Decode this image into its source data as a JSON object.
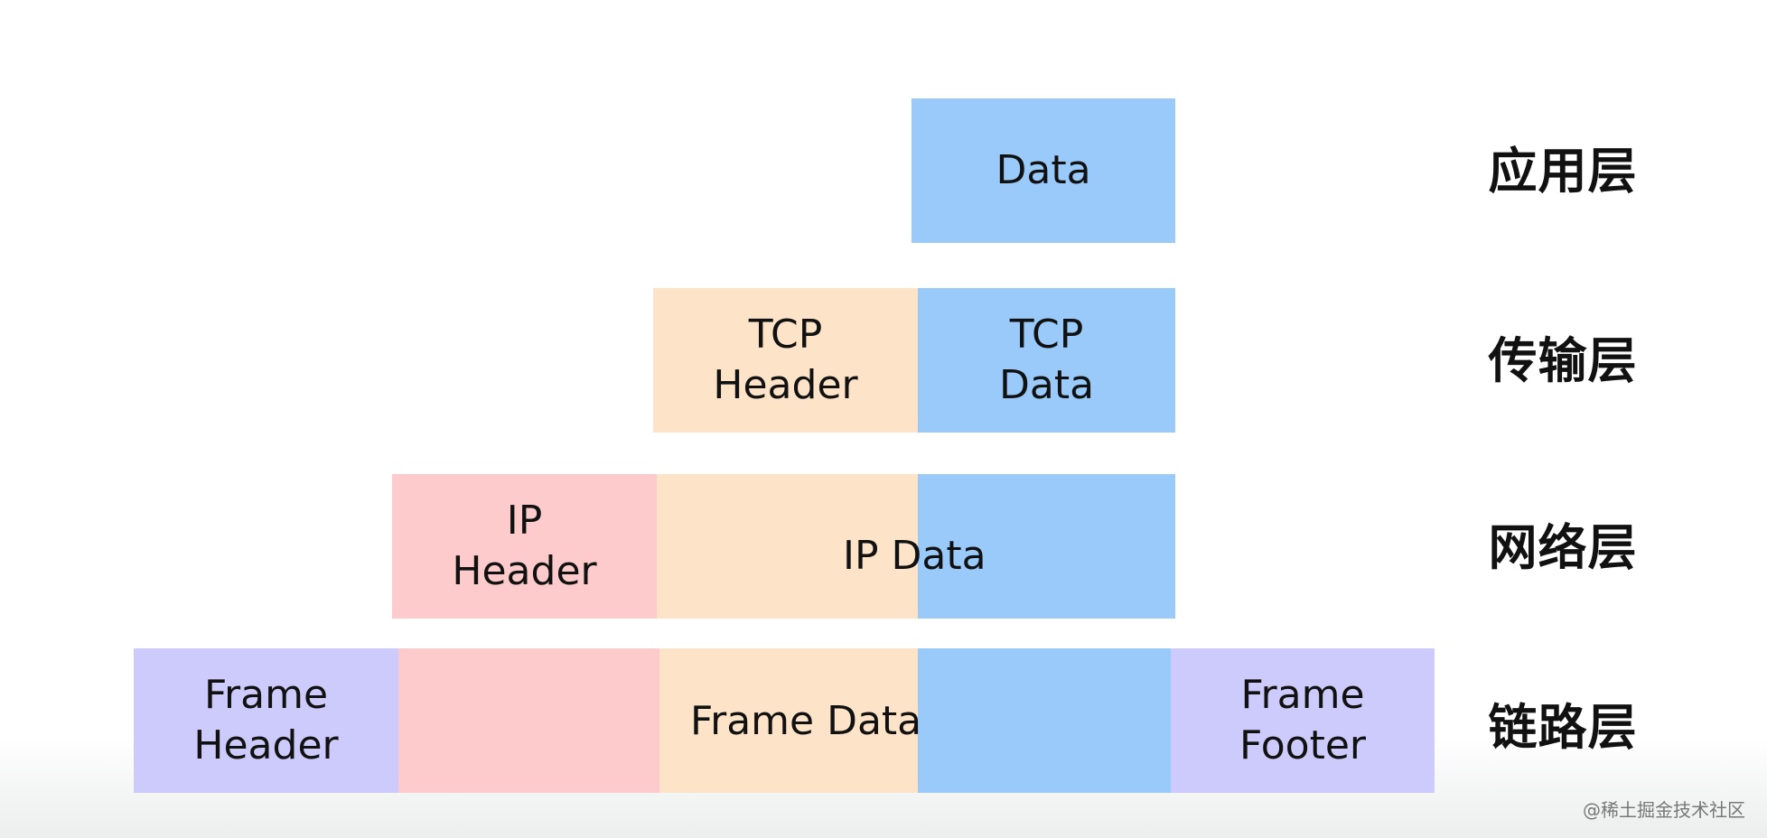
{
  "layers": {
    "application": "应用层",
    "transport": "传输层",
    "network": "网络层",
    "link": "链路层"
  },
  "application_row": {
    "data": "Data"
  },
  "transport_row": {
    "tcp_header": "TCP\nHeader",
    "tcp_data": "TCP\nData"
  },
  "network_row": {
    "ip_header": "IP\nHeader",
    "ip_data": "IP Data"
  },
  "link_row": {
    "frame_header": "Frame\nHeader",
    "frame_data": "Frame Data",
    "frame_footer": "Frame\nFooter"
  },
  "watermark": "@稀土掘金技术社区",
  "colors": {
    "data": "#99caf9",
    "tcp_header": "#fde3c8",
    "ip_header": "#fdcbcb",
    "frame": "#cccbfc"
  }
}
